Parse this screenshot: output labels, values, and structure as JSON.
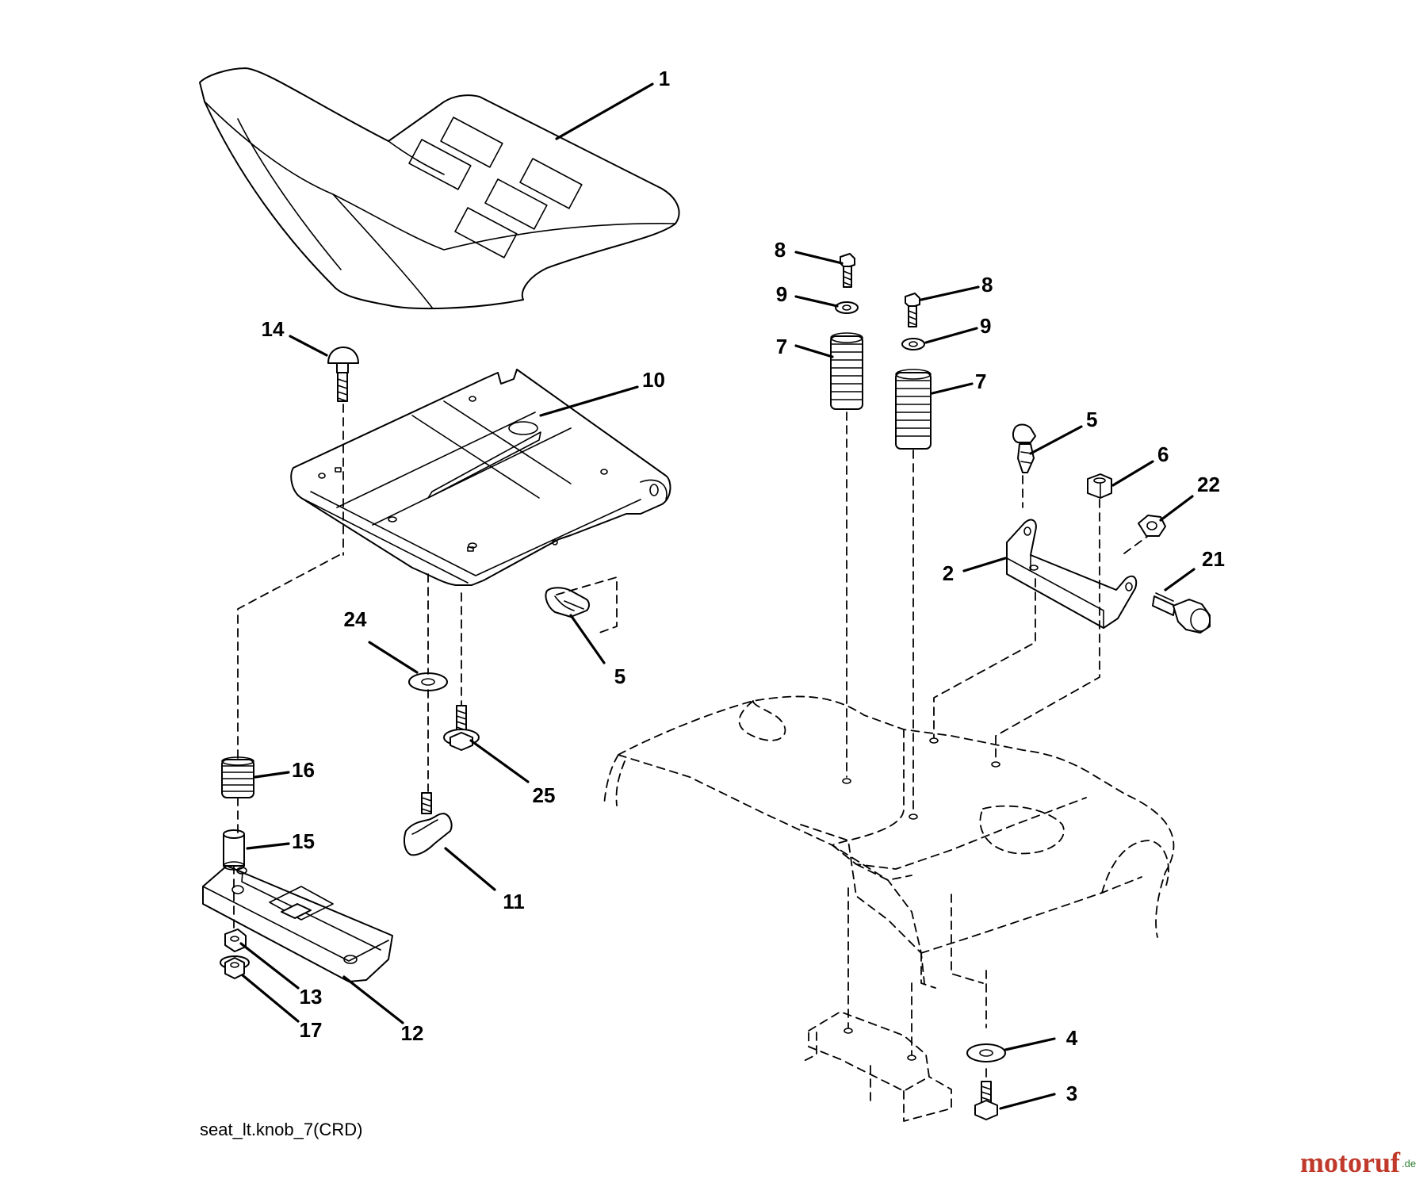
{
  "caption": "seat_lt.knob_7(CRD)",
  "watermark": {
    "name": "motoruf",
    "suffix": ".de",
    "color": "#c0392b",
    "accent": "#2e7d32"
  },
  "callouts": [
    {
      "id": "seat",
      "label": "1"
    },
    {
      "id": "bolt-8a",
      "label": "8"
    },
    {
      "id": "bolt-8b",
      "label": "8"
    },
    {
      "id": "washer-9a",
      "label": "9"
    },
    {
      "id": "washer-9b",
      "label": "9"
    },
    {
      "id": "spring-7a",
      "label": "7"
    },
    {
      "id": "spring-7b",
      "label": "7"
    },
    {
      "id": "carriage-bolt-14",
      "label": "14"
    },
    {
      "id": "seat-pan-10",
      "label": "10"
    },
    {
      "id": "clip-5a",
      "label": "5"
    },
    {
      "id": "clip-5b",
      "label": "5"
    },
    {
      "id": "nut-6",
      "label": "6"
    },
    {
      "id": "nut-22",
      "label": "22"
    },
    {
      "id": "bracket-2",
      "label": "2"
    },
    {
      "id": "bolt-21",
      "label": "21"
    },
    {
      "id": "washer-24",
      "label": "24"
    },
    {
      "id": "bolt-25",
      "label": "25"
    },
    {
      "id": "spring-16",
      "label": "16"
    },
    {
      "id": "spacer-15",
      "label": "15"
    },
    {
      "id": "knob-11",
      "label": "11"
    },
    {
      "id": "nut-13",
      "label": "13"
    },
    {
      "id": "nut-17",
      "label": "17"
    },
    {
      "id": "slide-12",
      "label": "12"
    },
    {
      "id": "washer-4",
      "label": "4"
    },
    {
      "id": "bolt-3",
      "label": "3"
    }
  ]
}
